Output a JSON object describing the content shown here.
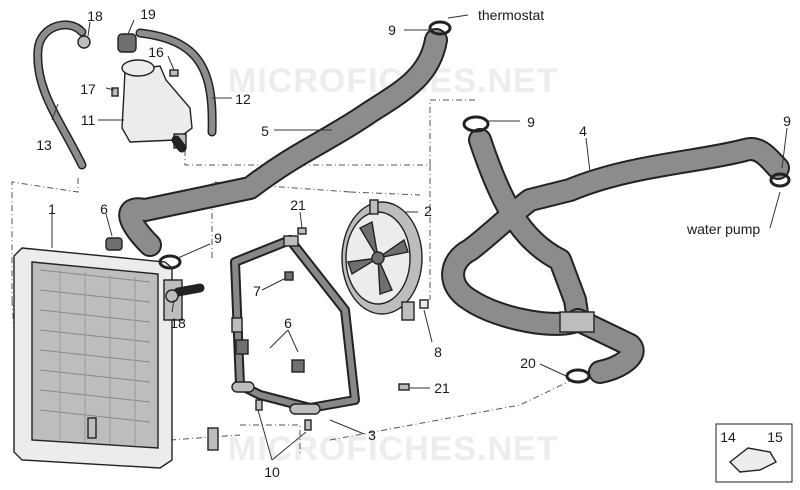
{
  "watermark": "MICROFICHES.NET",
  "labels": {
    "thermostat": "thermostat",
    "water_pump": "water pump",
    "c1": "1",
    "c2": "2",
    "c3": "3",
    "c4": "4",
    "c5": "5",
    "c6a": "6",
    "c6b": "6",
    "c7": "7",
    "c8": "8",
    "c9a": "9",
    "c9b": "9",
    "c9c": "9",
    "c9d": "9",
    "c10": "10",
    "c11": "11",
    "c12": "12",
    "c13": "13",
    "c14": "14",
    "c15": "15",
    "c16": "16",
    "c17": "17",
    "c18a": "18",
    "c18b": "18",
    "c19": "19",
    "c20": "20",
    "c21a": "21",
    "c21b": "21"
  }
}
